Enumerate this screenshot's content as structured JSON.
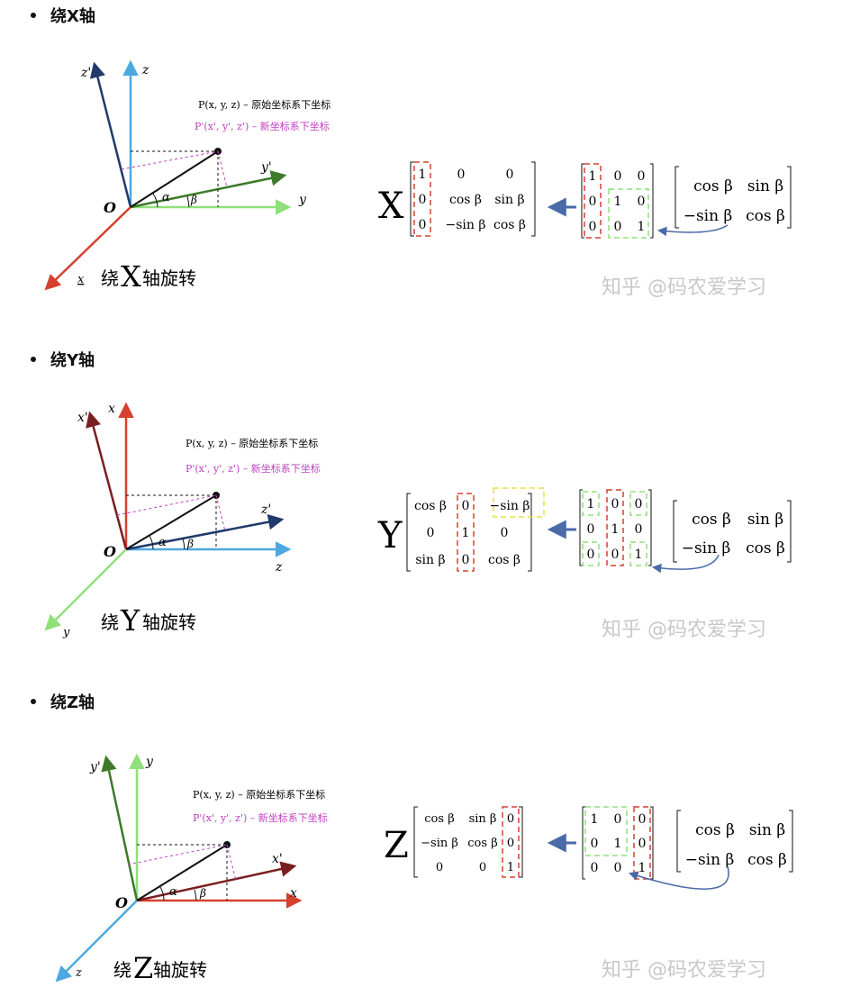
{
  "sections": [
    {
      "heading": "绕X轴",
      "axes": {
        "vertical": "z",
        "vertical_prime": "z'",
        "horizontal": "y",
        "horizontal_prime": "y'",
        "diagonal": "x",
        "origin": "O"
      },
      "angle_alpha": "α",
      "angle_beta": "β",
      "p_label": "P(x, y, z) – 原始坐标系下坐标",
      "p_prime_label": "P'(x', y', z') – 新坐标系下坐标",
      "caption_prefix": "绕",
      "caption_axis": "X",
      "caption_suffix": "轴旋转",
      "big_letter": "X",
      "result_matrix": [
        [
          "1",
          "0",
          "0"
        ],
        [
          "0",
          "cos β",
          "sin β"
        ],
        [
          "0",
          "−sin β",
          "cos β"
        ]
      ],
      "embed_matrix": [
        [
          "1",
          "0",
          "0"
        ],
        [
          "0",
          "1",
          "0"
        ],
        [
          "0",
          "0",
          "1"
        ]
      ],
      "rot2d": [
        [
          "cos β",
          "sin β"
        ],
        [
          "−sin β",
          "cos β"
        ]
      ],
      "watermark": "知乎 @码农爱学习"
    },
    {
      "heading": "绕Y轴",
      "axes": {
        "vertical": "x",
        "vertical_prime": "x'",
        "horizontal": "z",
        "horizontal_prime": "z'",
        "diagonal": "y",
        "origin": "O"
      },
      "angle_alpha": "α",
      "angle_beta": "β",
      "p_label": "P(x, y, z) – 原始坐标系下坐标",
      "p_prime_label": "P'(x', y', z') – 新坐标系下坐标",
      "caption_prefix": "绕",
      "caption_axis": "Y",
      "caption_suffix": "轴旋转",
      "big_letter": "Y",
      "result_matrix": [
        [
          "cos β",
          "0",
          "−sin β"
        ],
        [
          "0",
          "1",
          "0"
        ],
        [
          "sin β",
          "0",
          "cos β"
        ]
      ],
      "embed_matrix": [
        [
          "1",
          "0",
          "0"
        ],
        [
          "0",
          "1",
          "0"
        ],
        [
          "0",
          "0",
          "1"
        ]
      ],
      "rot2d": [
        [
          "cos β",
          "sin β"
        ],
        [
          "−sin β",
          "cos β"
        ]
      ],
      "watermark": "知乎 @码农爱学习"
    },
    {
      "heading": "绕Z轴",
      "axes": {
        "vertical": "y",
        "vertical_prime": "y'",
        "horizontal": "x",
        "horizontal_prime": "x'",
        "diagonal": "z",
        "origin": "O"
      },
      "angle_alpha": "α",
      "angle_beta": "β",
      "p_label": "P(x, y, z) – 原始坐标系下坐标",
      "p_prime_label": "P'(x', y', z') – 新坐标系下坐标",
      "caption_prefix": "绕",
      "caption_axis": "Z",
      "caption_suffix": "轴旋转",
      "big_letter": "Z",
      "result_matrix": [
        [
          "cos β",
          "sin β",
          "0"
        ],
        [
          "−sin β",
          "cos β",
          "0"
        ],
        [
          "0",
          "0",
          "1"
        ]
      ],
      "embed_matrix": [
        [
          "1",
          "0",
          "0"
        ],
        [
          "0",
          "1",
          "0"
        ],
        [
          "0",
          "0",
          "1"
        ]
      ],
      "rot2d": [
        [
          "cos β",
          "sin β"
        ],
        [
          "−sin β",
          "cos β"
        ]
      ],
      "watermark": "知乎 @码农爱学习"
    }
  ],
  "colors": {
    "red": "#d6402f",
    "blue": "#4ea8e0",
    "navy": "#1f3a6b",
    "green": "#3d7a2a",
    "lightgreen": "#8fe07a",
    "darkred": "#7a1f1f",
    "magenta": "#c040c0",
    "arrow": "#4a6aa8",
    "wm": "#c8c8c8"
  }
}
